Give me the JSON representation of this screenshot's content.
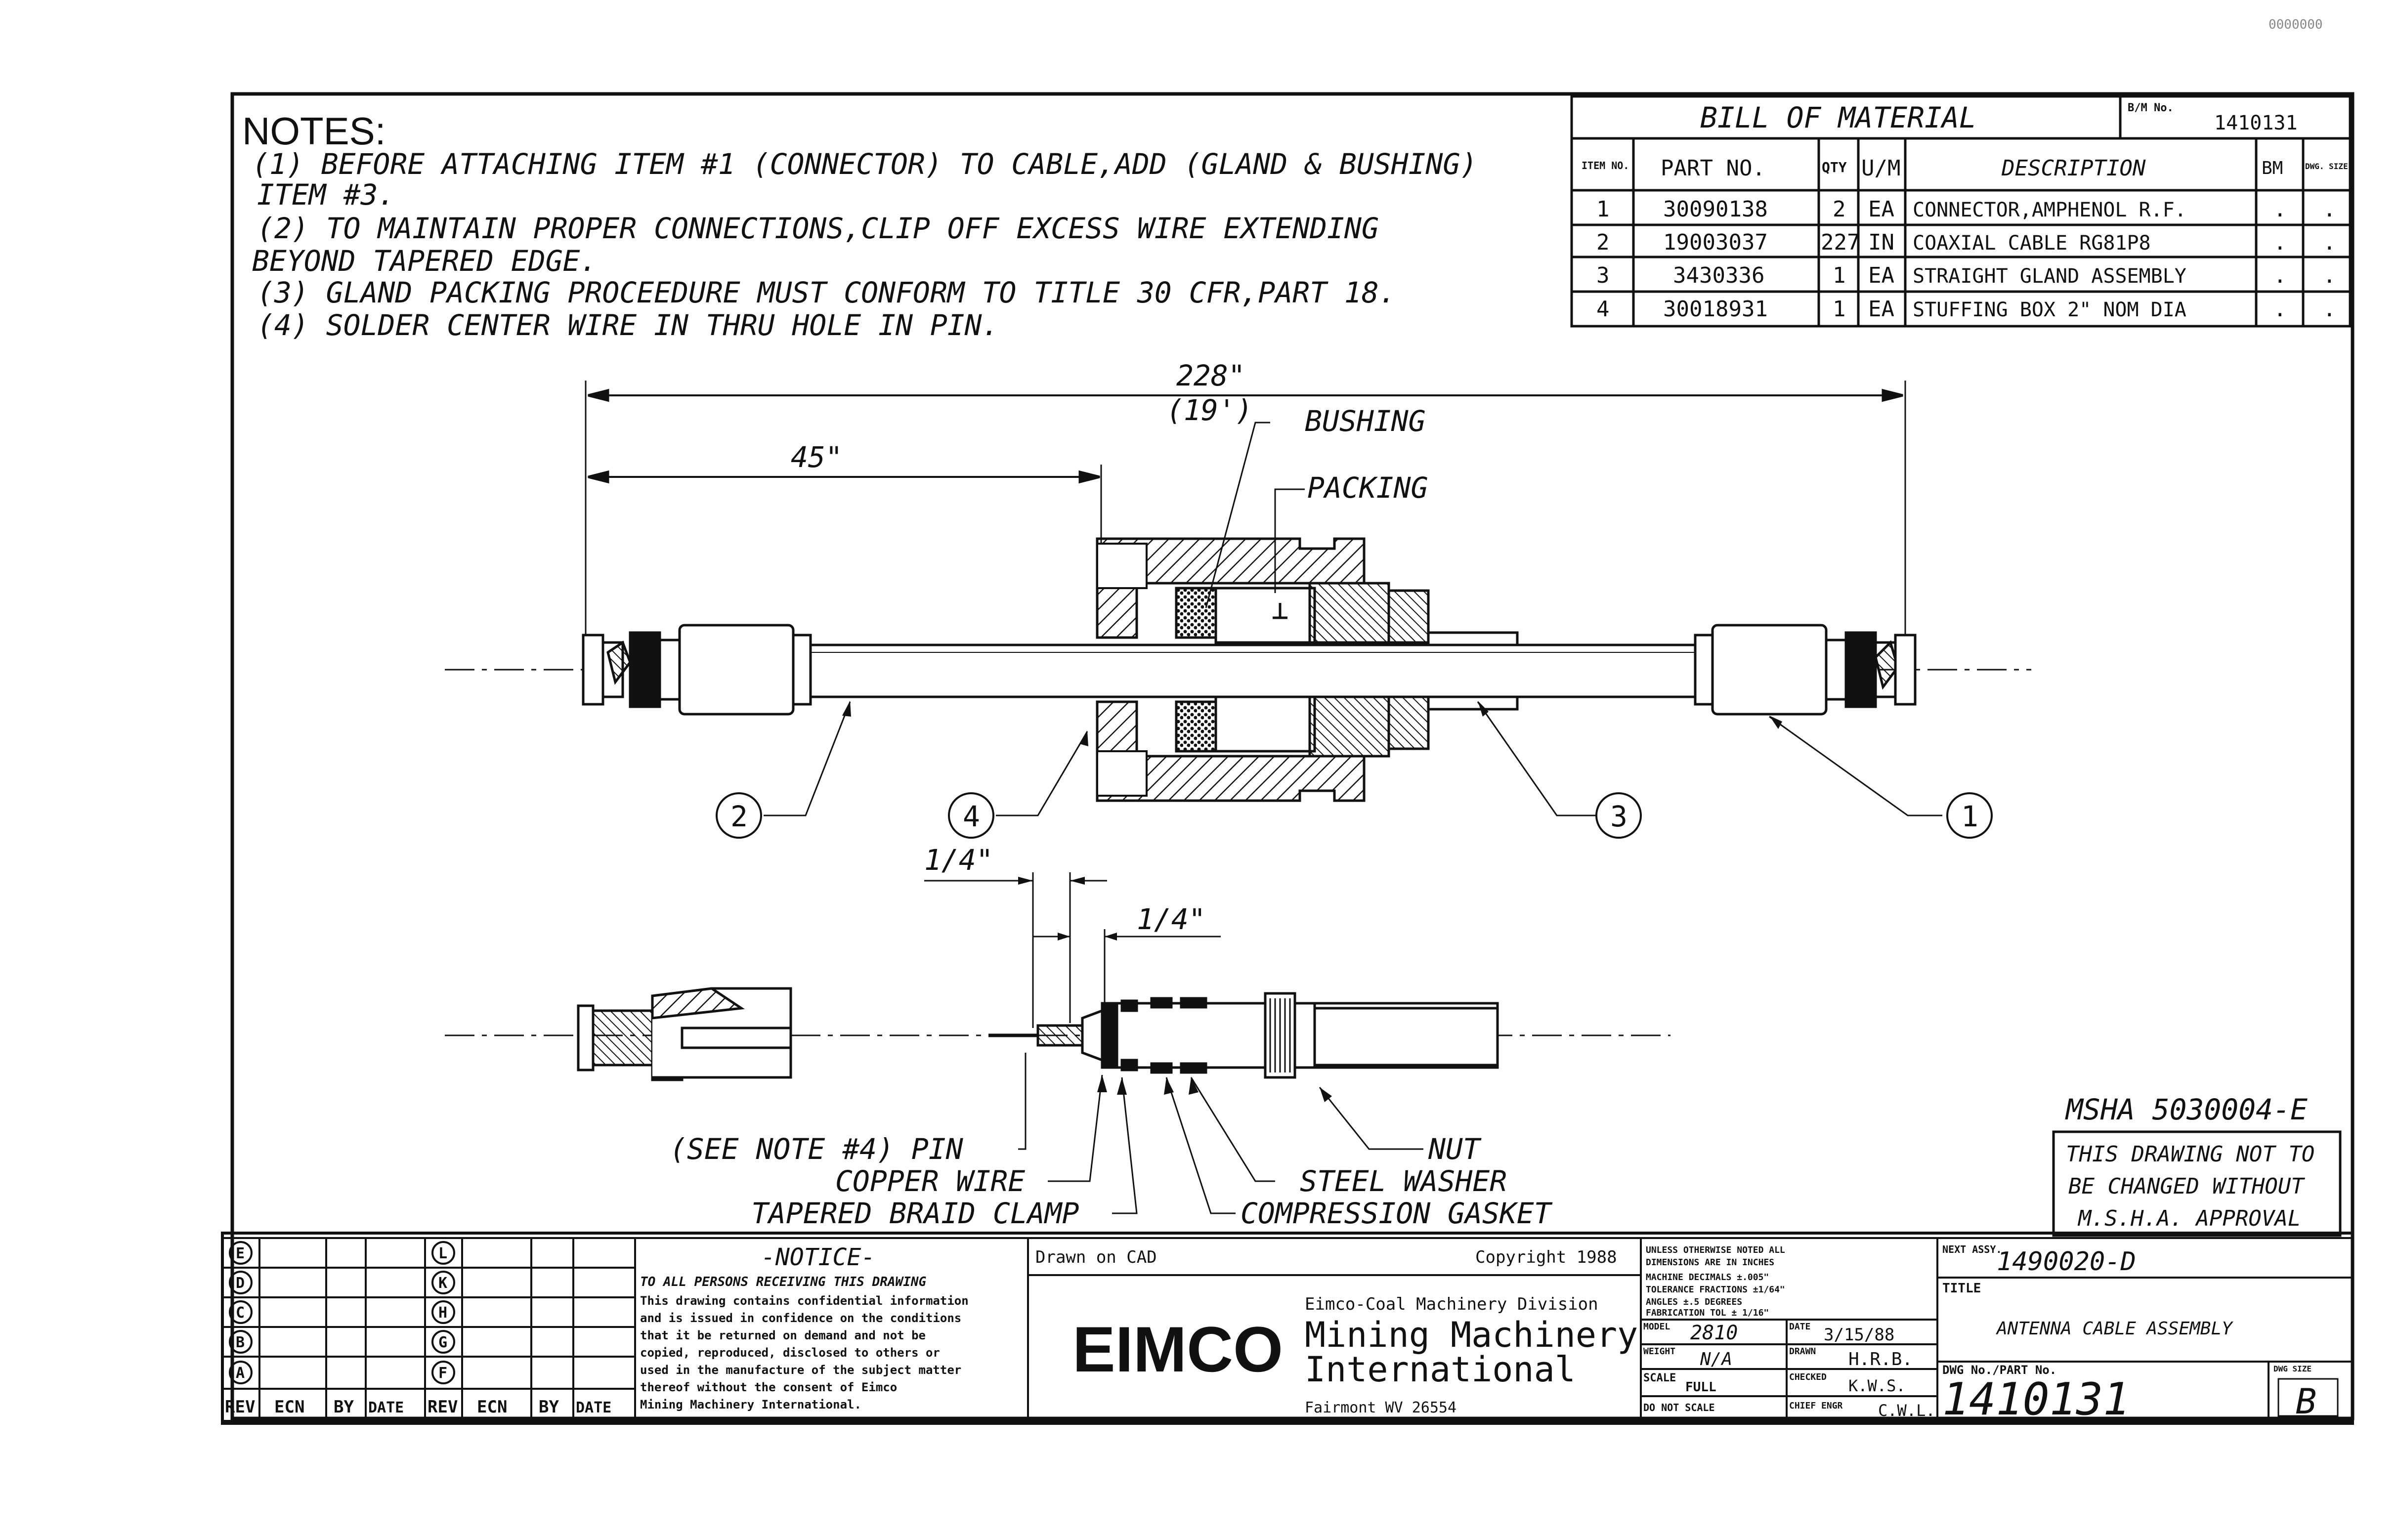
{
  "corner_stamp": "0000000",
  "notes": {
    "heading": "NOTES:",
    "lines": [
      "(1) BEFORE ATTACHING ITEM #1 (CONNECTOR) TO CABLE,ADD (GLAND & BUSHING)",
      "ITEM #3.",
      "(2) TO MAINTAIN PROPER CONNECTIONS,CLIP OFF EXCESS WIRE EXTENDING",
      "BEYOND TAPERED EDGE.",
      "(3) GLAND PACKING PROCEEDURE MUST CONFORM TO TITLE 30 CFR,PART 18.",
      "(4) SOLDER CENTER WIRE IN THRU HOLE IN PIN."
    ]
  },
  "bom": {
    "title": "BILL OF MATERIAL",
    "bm_no_label": "B/M No.",
    "bm_no": "1410131",
    "headers": [
      "ITEM NO.",
      "PART NO.",
      "QTY",
      "U/M",
      "DESCRIPTION",
      "BM",
      "DWG. SIZE"
    ],
    "rows": [
      [
        "1",
        "30090138",
        "2",
        "EA",
        "CONNECTOR,AMPHENOL R.F.",
        ".",
        "."
      ],
      [
        "2",
        "19003037",
        "227",
        "IN",
        "COAXIAL CABLE RG81P8",
        ".",
        "."
      ],
      [
        "3",
        "3430336",
        "1",
        "EA",
        "STRAIGHT GLAND ASSEMBLY",
        ".",
        "."
      ],
      [
        "4",
        "30018931",
        "1",
        "EA",
        "STUFFING BOX 2\" NOM DIA",
        ".",
        "."
      ]
    ]
  },
  "drawing": {
    "dim_overall": "228\"",
    "dim_overall_sub": "(19')",
    "dim_45": "45\"",
    "dim_quarter_a": "1/4\"",
    "dim_quarter_b": "1/4\"",
    "labels": {
      "bushing": "BUSHING",
      "packing": "PACKING",
      "nut": "NUT",
      "steel_washer": "STEEL WASHER",
      "compression_gasket": "COMPRESSION GASKET",
      "pin": "(SEE NOTE #4) PIN",
      "copper_wire": "COPPER WIRE",
      "tapered_braid_clamp": "TAPERED BRAID CLAMP"
    },
    "balloons": [
      "1",
      "2",
      "3",
      "4"
    ]
  },
  "msha": {
    "number": "MSHA 5030004-E",
    "approval": [
      "THIS DRAWING NOT TO",
      "BE CHANGED WITHOUT",
      "M.S.H.A. APPROVAL"
    ]
  },
  "revision": {
    "letters_left": [
      "E",
      "D",
      "C",
      "B",
      "A"
    ],
    "letters_right": [
      "L",
      "K",
      "H",
      "G",
      "F"
    ],
    "headers": [
      "REV",
      "ECN",
      "BY",
      "DATE",
      "REV",
      "ECN",
      "BY",
      "DATE"
    ]
  },
  "notice": {
    "title": "-NOTICE-",
    "lines": [
      "TO ALL PERSONS RECEIVING THIS DRAWING",
      "This drawing contains confidential information",
      "and is issued in confidence on the conditions",
      "that it be returned on demand and not be",
      "copied, reproduced, disclosed to others or",
      "used in the manufacture of the subject matter",
      "thereof without the consent of Eimco",
      "Mining Machinery International."
    ]
  },
  "company": {
    "drawn_on": "Drawn on CAD",
    "copyright": "Copyright 1988",
    "logo": "EIMCO",
    "division": "Eimco-Coal Machinery Division",
    "name_1": "Mining Machinery",
    "name_2": "International",
    "location": "Fairmont WV 26554"
  },
  "tolerance": {
    "lines": [
      "UNLESS OTHERWISE NOTED ALL",
      "DIMENSIONS ARE IN INCHES",
      "MACHINE      DECIMALS ±.005\"",
      "TOLERANCE    FRACTIONS ±1/64\"",
      "             ANGLES ±.5 DEGREES",
      "FABRICATION TOL ± 1/16\""
    ],
    "model_label": "MODEL",
    "model": "2810",
    "date_label": "DATE",
    "date": "3/15/88",
    "weight_label": "WEIGHT",
    "weight": "N/A",
    "drawn_label": "DRAWN",
    "drawn": "H.R.B.",
    "scale_label": "SCALE",
    "scale": "FULL",
    "checked_label": "CHECKED",
    "checked": "K.W.S.",
    "donot_scale": "DO NOT SCALE",
    "chief_label": "CHIEF ENGR",
    "chief": "C.W.L."
  },
  "title_block": {
    "next_assy_label": "NEXT ASSY.",
    "next_assy": "1490020-D",
    "title_label": "TITLE",
    "title": "ANTENNA CABLE ASSEMBLY",
    "dwg_label": "DWG No./PART No.",
    "dwg_no": "1410131",
    "size_label": "DWG SIZE",
    "size": "B"
  }
}
